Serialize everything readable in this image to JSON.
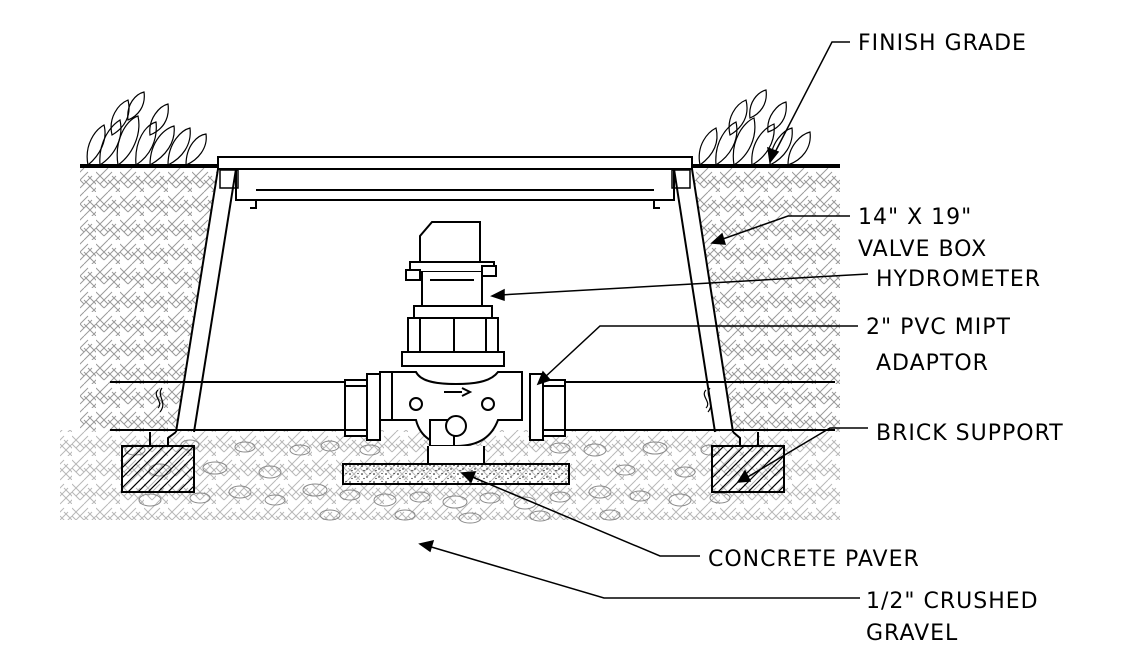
{
  "labels": {
    "finish_grade": "FINISH GRADE",
    "valve_box_1": "14\" X 19\"",
    "valve_box_2": "VALVE BOX",
    "hydrometer": "HYDROMETER",
    "adaptor_1": "2\" PVC MIPT",
    "adaptor_2": "ADAPTOR",
    "brick_support": "BRICK SUPPORT",
    "concrete_paver": "CONCRETE PAVER",
    "gravel_1": "1/2\" CRUSHED",
    "gravel_2": "GRAVEL"
  },
  "colors": {
    "line": "#000000",
    "background": "#ffffff"
  }
}
